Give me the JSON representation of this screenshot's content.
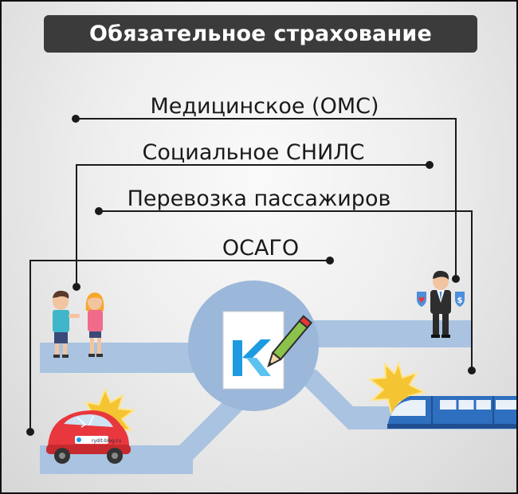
{
  "title": "Обязательное страхование",
  "insurance_types": [
    {
      "label": "Медицинское (ОМС)"
    },
    {
      "label": "Социальное СНИЛС"
    },
    {
      "label": "Перевозка пассажиров"
    },
    {
      "label": "ОСАГО"
    }
  ],
  "car_badge_text": "rydit-blog.ru",
  "logo_letter": "K",
  "shield_symbols": [
    "♥",
    "$"
  ],
  "colors": {
    "banner": "#3b3b3b",
    "road": "#a9c3e1",
    "road_hub": "#9bb8da",
    "car": "#e8383d",
    "train": "#2f6fbf",
    "crash": "#f5c432",
    "line": "#1a1a1a",
    "logo_blue": "#1d9be0"
  }
}
